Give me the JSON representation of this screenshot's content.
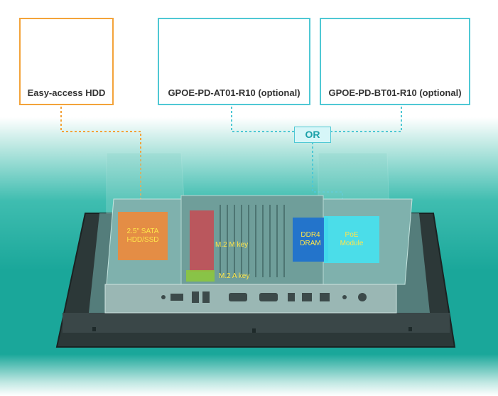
{
  "cards": {
    "hdd_label": "Easy-access HDD",
    "at_label": "GPOE-PD-AT01-R10 (optional)",
    "bt_label": "GPOE-PD-BT01-R10 (optional)"
  },
  "or_label": "OR",
  "zones": {
    "sata": [
      "2.5\" SATA",
      "HDD/SSD"
    ],
    "m2m": "M.2 M key",
    "m2a": "M.2 A key",
    "ddr": [
      "DDR4",
      "DRAM"
    ],
    "poe": [
      "PoE",
      "Module"
    ]
  },
  "colors": {
    "hdd_accent": "#f3a33a",
    "optional_accent": "#4fc8d4",
    "sata_zone": "#f08a3a",
    "m2m_zone": "#c84a52",
    "m2a_zone": "#8cc63e",
    "ddr_zone": "#1b6fd0",
    "poe_zone": "#46e2f0",
    "zone_text": "#ffe54a"
  }
}
